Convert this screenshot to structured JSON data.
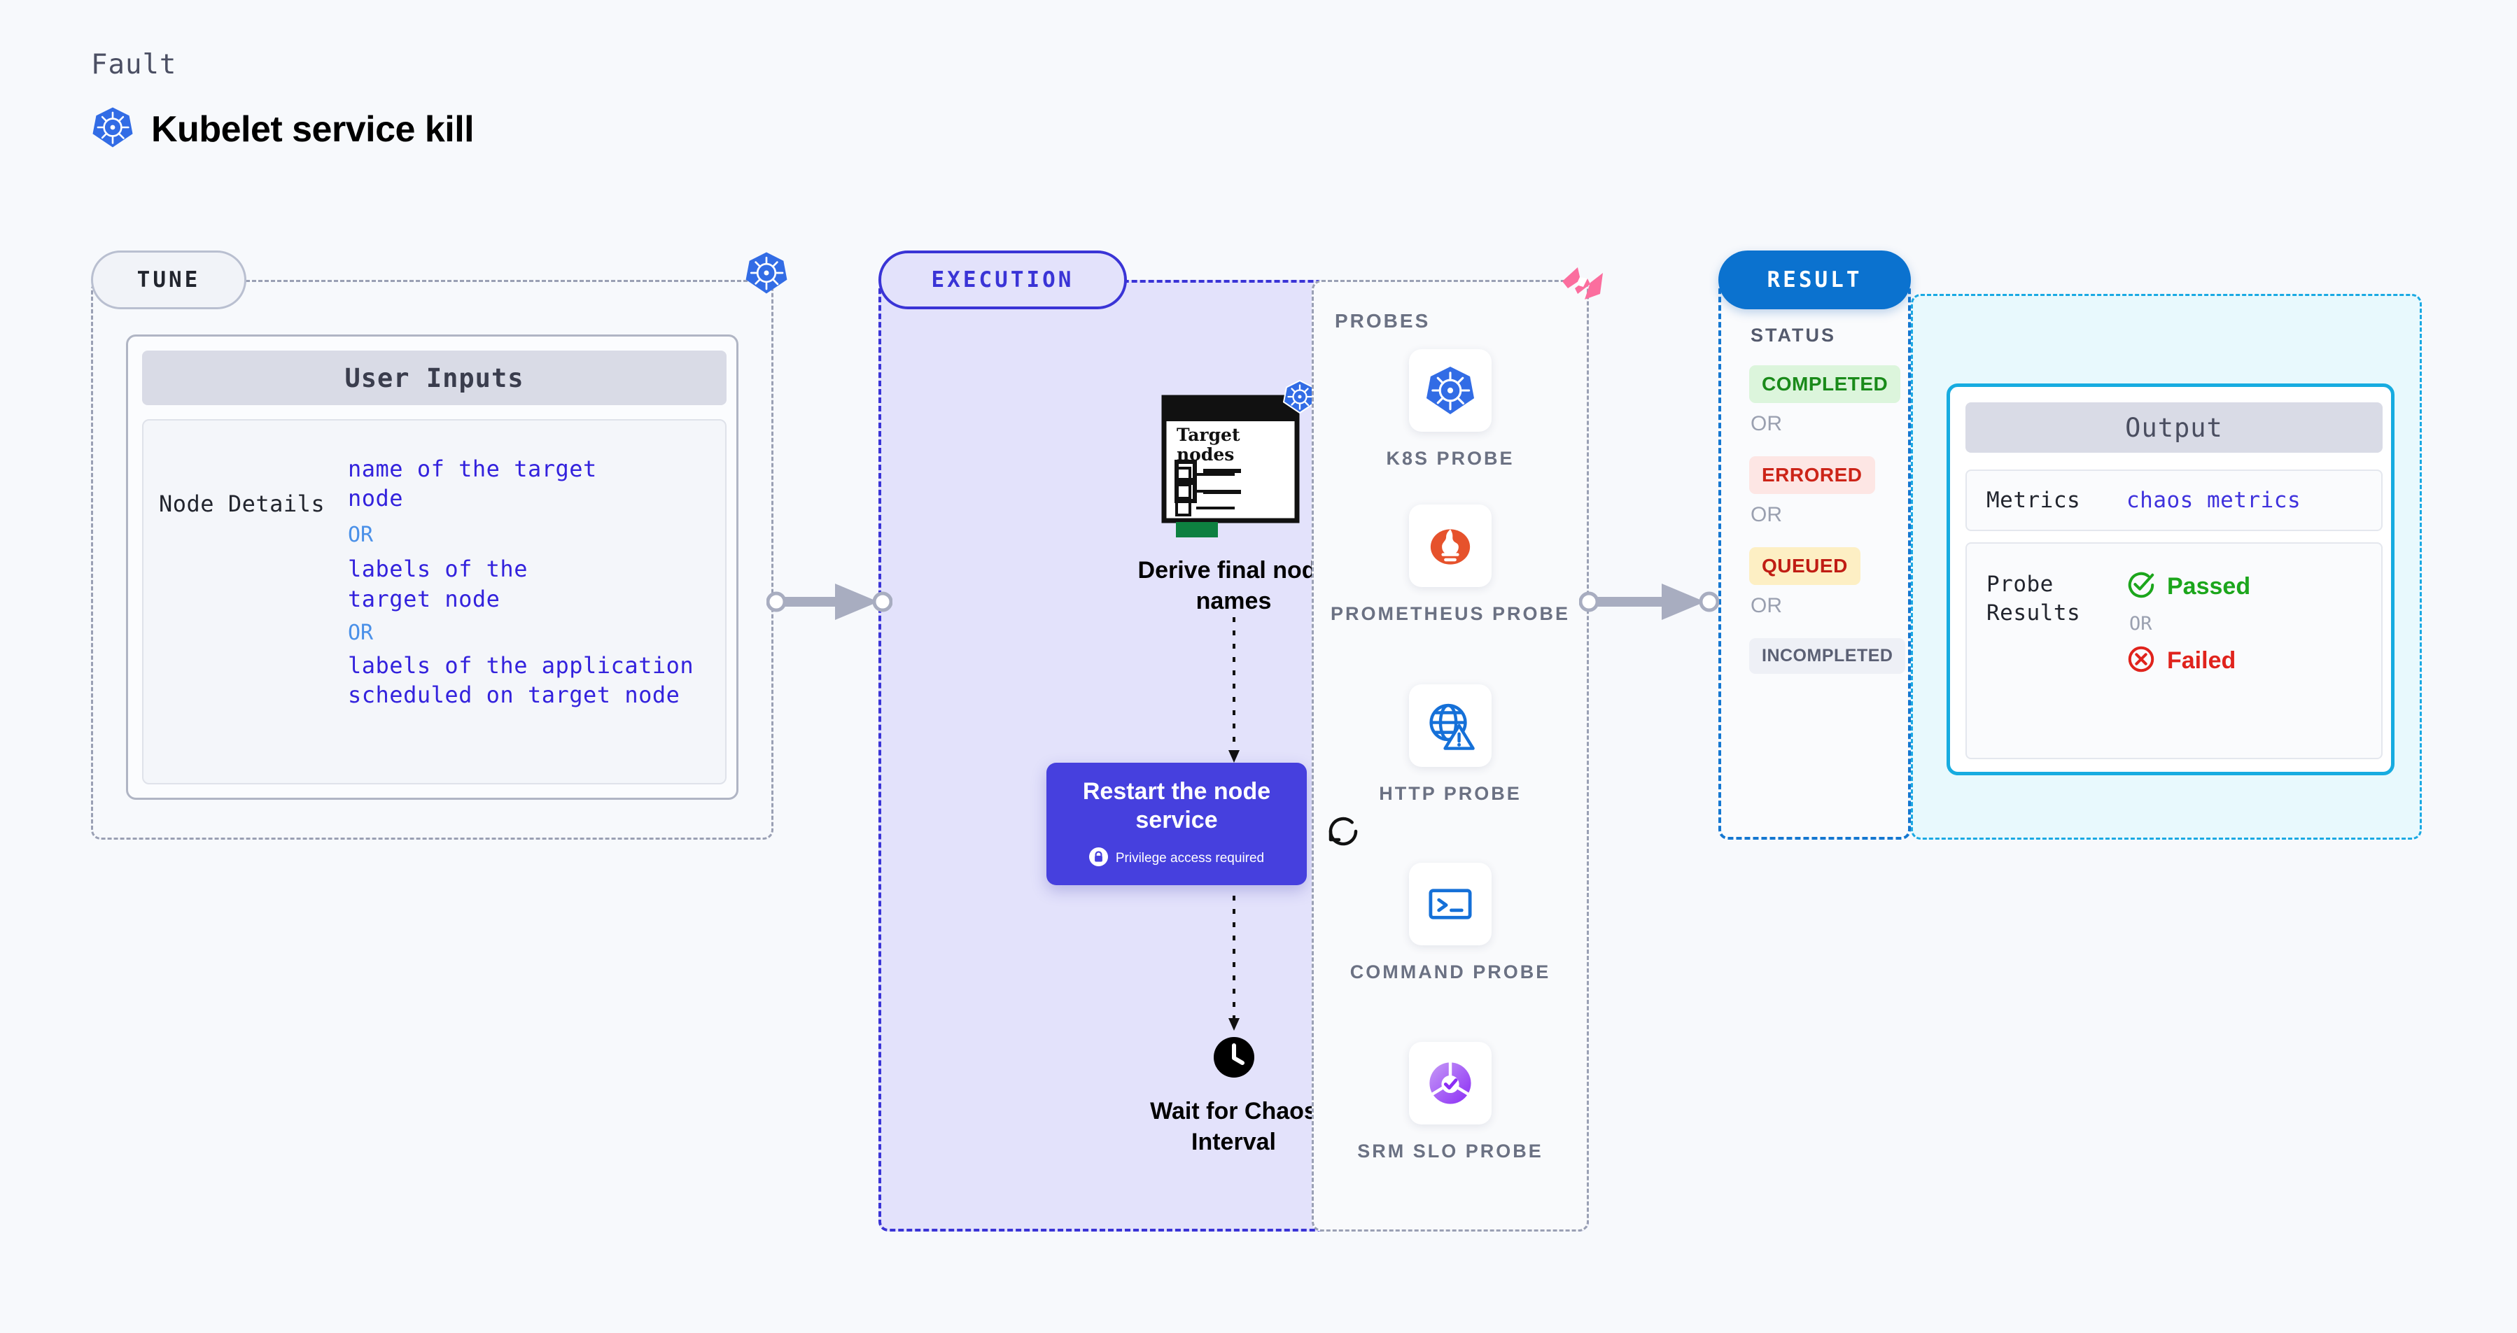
{
  "header": {
    "kicker": "Fault",
    "title": "Kubelet service kill",
    "icon": "kubernetes-icon"
  },
  "tune": {
    "tab_label": "TUNE",
    "corner_icon": "kubernetes-icon",
    "card_title": "User Inputs",
    "rows": [
      {
        "key": "Node Details",
        "values": [
          "name of the target\nnode",
          "labels of the\ntarget node",
          "labels of the application\n scheduled on target node"
        ],
        "separator": "OR"
      }
    ]
  },
  "execution": {
    "tab_label": "EXECUTION",
    "nodes": [
      {
        "id": "derive-final-node-names",
        "caption": "Derive final node\nnames",
        "card_title": "Target\nnodes",
        "badge_icon": "kubernetes-icon"
      },
      {
        "id": "restart-the-node-service",
        "title": "Restart the node\nservice",
        "subtitle": "Privilege access required",
        "subtitle_icon": "lock-icon",
        "corner_icon": "harness-logo-icon",
        "side_icon": "refresh-icon",
        "color": "#4640de"
      },
      {
        "id": "wait-for-chaos-interval",
        "caption": "Wait for Chaos\nInterval",
        "icon": "clock-icon"
      }
    ]
  },
  "probes": {
    "label": "PROBES",
    "items": [
      {
        "name": "K8S PROBE",
        "icon": "kubernetes-icon"
      },
      {
        "name": "PROMETHEUS PROBE",
        "icon": "prometheus-icon"
      },
      {
        "name": "HTTP PROBE",
        "icon": "globe-warning-icon"
      },
      {
        "name": "COMMAND PROBE",
        "icon": "terminal-icon"
      },
      {
        "name": "SRM SLO PROBE",
        "icon": "srm-slo-icon"
      }
    ]
  },
  "result": {
    "tab_label": "RESULT",
    "status_label": "STATUS",
    "separator": "OR",
    "statuses": [
      {
        "label": "COMPLETED",
        "bg": "#dcf5dc",
        "fg": "#1a8a1a"
      },
      {
        "label": "ERRORED",
        "bg": "#fde6e4",
        "fg": "#cc2418"
      },
      {
        "label": "QUEUED",
        "bg": "#fdefc4",
        "fg": "#c01d14"
      },
      {
        "label": "INCOMPLETED",
        "bg": "#eef0f6",
        "fg": "#5b6074"
      }
    ],
    "output": {
      "title": "Output",
      "metrics_key": "Metrics",
      "metrics_value": "chaos metrics",
      "probe_results_key": "Probe\nResults",
      "passed_label": "Passed",
      "passed_icon": "check-circle-icon",
      "failed_label": "Failed",
      "failed_icon": "x-circle-icon",
      "separator": "OR"
    }
  },
  "colors": {
    "canvas_bg": "#f7f9fc",
    "tune_border": "#9aa0b4",
    "execution_border": "#3a34d6",
    "execution_fill": "#e3e2fb",
    "result_border": "#1477d1",
    "output_border": "#17ace0",
    "output_fill": "#e8f9fd",
    "accent_purple": "#4640de",
    "accent_pink": "#fb6e9e",
    "k8s_blue": "#326ce5",
    "passed_green": "#1ca61c",
    "failed_red": "#e0231c"
  }
}
